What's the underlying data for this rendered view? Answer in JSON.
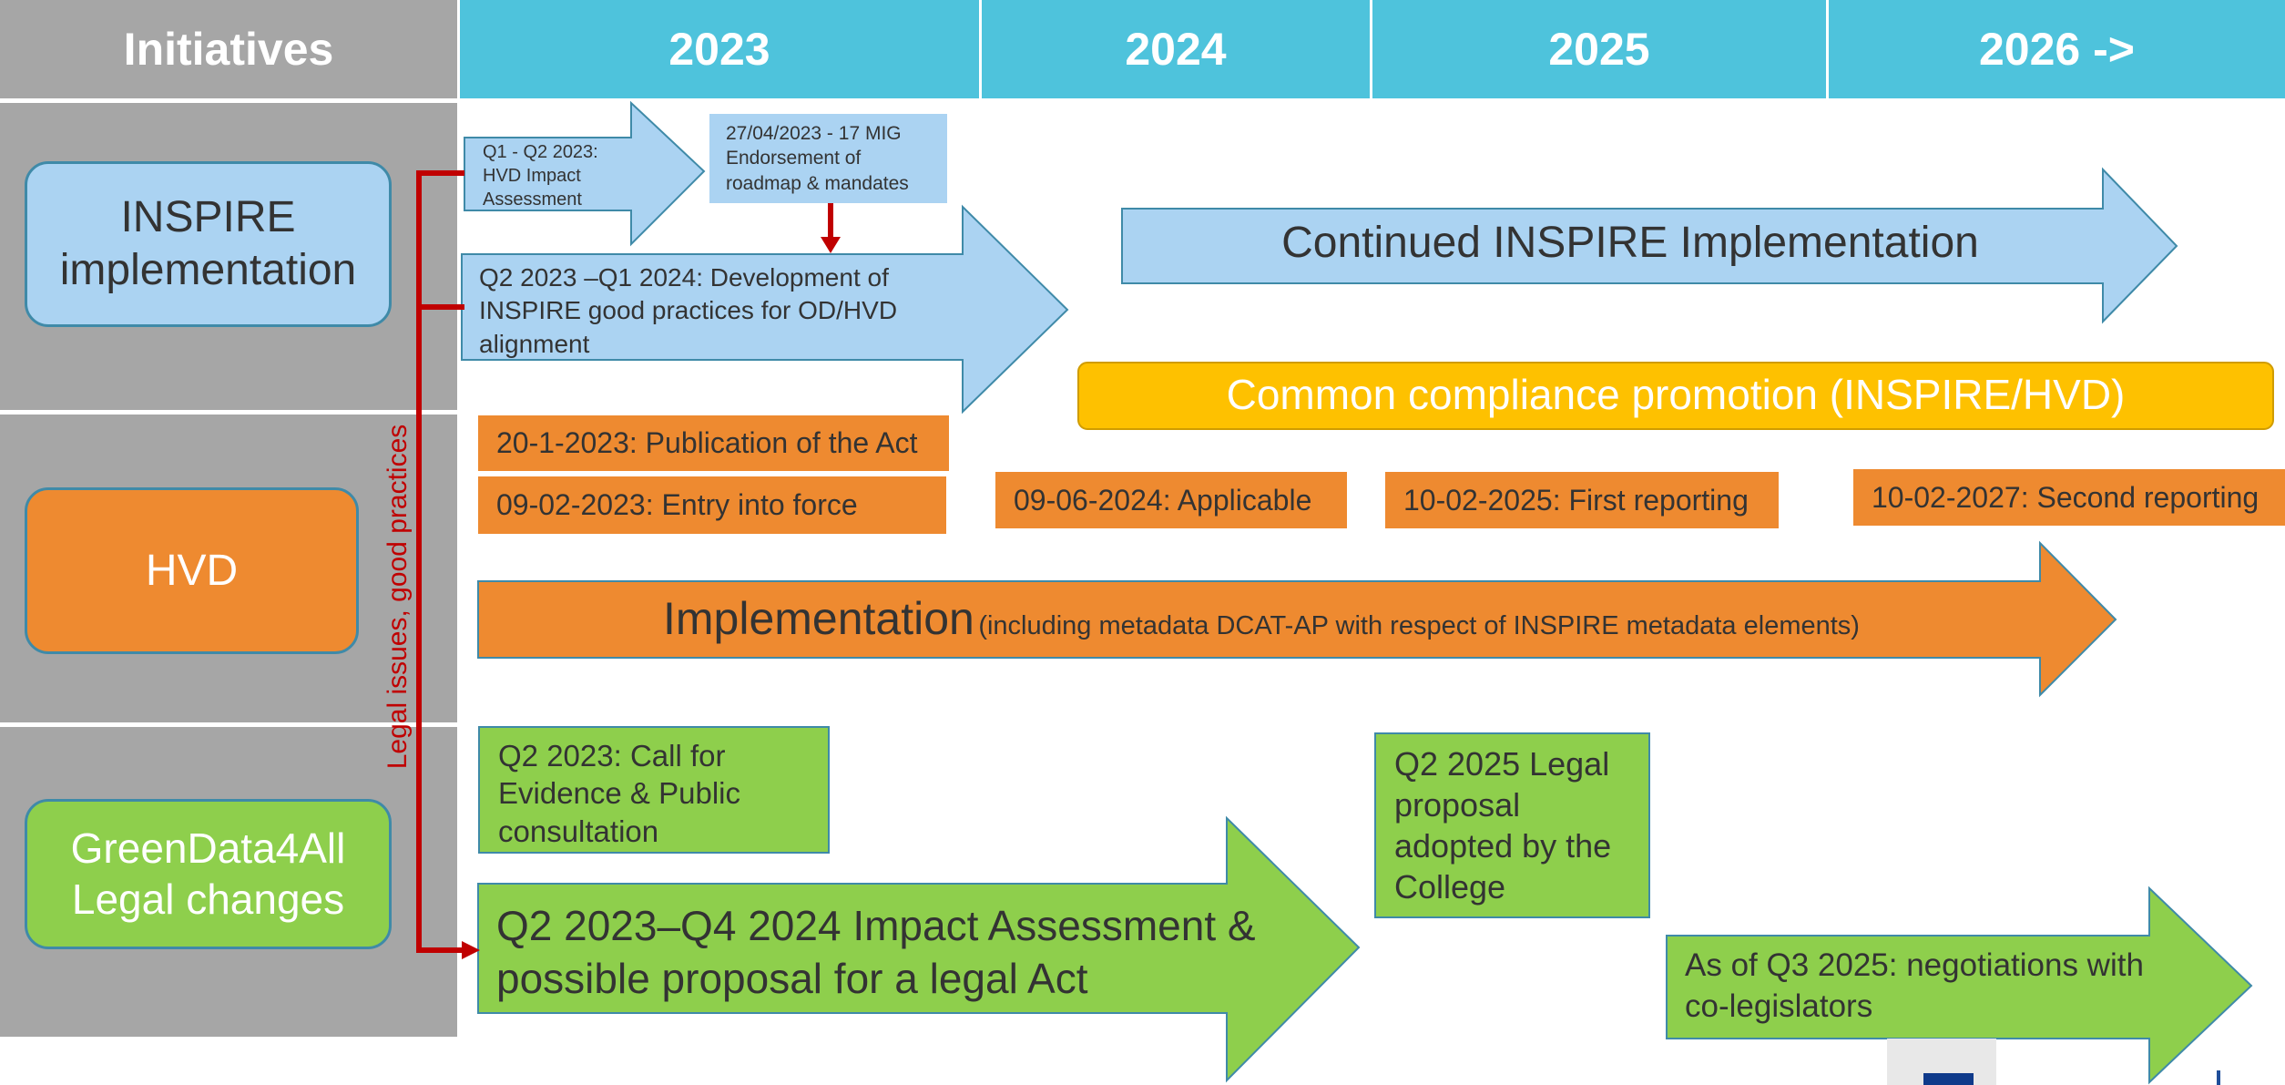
{
  "header": {
    "initiatives": "Initiatives",
    "years": [
      "2023",
      "2024",
      "2025",
      "2026 ->"
    ]
  },
  "rows": {
    "inspire": "INSPIRE implementation",
    "hvd": "HVD",
    "greendata": "GreenData4All Legal changes"
  },
  "side_label": "Legal issues, good practices",
  "inspire": {
    "q1q2": "Q1 - Q2 2023: HVD Impact Assessment",
    "mig": "27/04/2023 - 17 MIG Endorsement of roadmap & mandates",
    "development": "Q2 2023 –Q1 2024:  Development of INSPIRE good practices  for OD/HVD alignment",
    "continued": "Continued INSPIRE Implementation",
    "compliance": "Common compliance promotion (INSPIRE/HVD)"
  },
  "hvd": {
    "publication": "20-1-2023: Publication of the Act",
    "entry": "09-02-2023: Entry into force",
    "applicable": "09-06-2024: Applicable",
    "first_reporting": "10-02-2025: First reporting",
    "second_reporting": "10-02-2027: Second reporting",
    "implementation_main": "Implementation",
    "implementation_sub": "(including metadata DCAT-AP with respect of INSPIRE metadata elements)"
  },
  "greendata": {
    "call": "Q2 2023: Call for Evidence & Public consultation",
    "impact": "Q2 2023–Q4 2024 Impact Assessment & possible proposal for a legal Act",
    "legal_proposal": "Q2 2025 Legal proposal adopted by the College",
    "negotiations": "As of Q3 2025: negotiations with co-legislators"
  },
  "colors": {
    "header_year": "#4ec3dc",
    "gray": "#a6a6a6",
    "blue": "#abd3f2",
    "orange": "#ee8a30",
    "yellow": "#fec100",
    "green": "#8ecf4c",
    "red": "#c00000"
  }
}
